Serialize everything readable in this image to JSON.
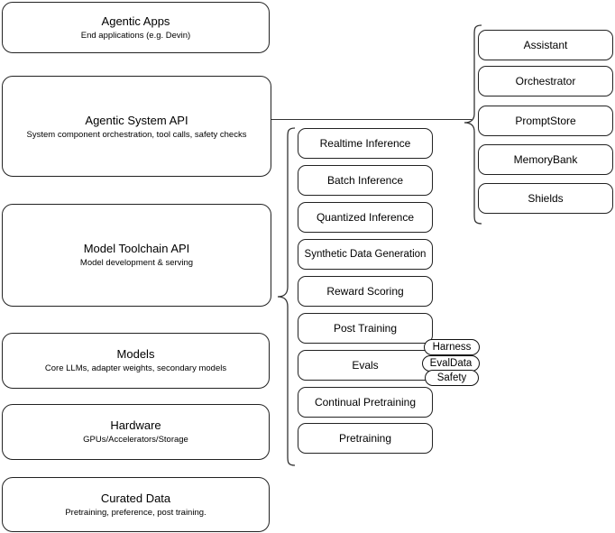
{
  "diagram": {
    "layers": [
      {
        "title": "Agentic Apps",
        "subtitle": "End applications (e.g. Devin)"
      },
      {
        "title": "Agentic System API",
        "subtitle": "System component orchestration, tool calls, safety checks"
      },
      {
        "title": "Model Toolchain API",
        "subtitle": "Model development & serving"
      },
      {
        "title": "Models",
        "subtitle": "Core LLMs, adapter weights, secondary models"
      },
      {
        "title": "Hardware",
        "subtitle": "GPUs/Accelerators/Storage"
      },
      {
        "title": "Curated Data",
        "subtitle": "Pretraining, preference, post training."
      }
    ],
    "toolchain_items": [
      "Realtime Inference",
      "Batch Inference",
      "Quantized Inference",
      "Synthetic Data Generation",
      "Reward Scoring",
      "Post Training",
      "Evals",
      "Continual Pretraining",
      "Pretraining"
    ],
    "system_items": [
      "Assistant",
      "Orchestrator",
      "PromptStore",
      "MemoryBank",
      "Shields"
    ],
    "eval_tags": [
      "Harness",
      "EvalData",
      "Safety"
    ],
    "colors": {
      "stroke": "#222222",
      "background": "#ffffff",
      "text": "#000000"
    }
  }
}
